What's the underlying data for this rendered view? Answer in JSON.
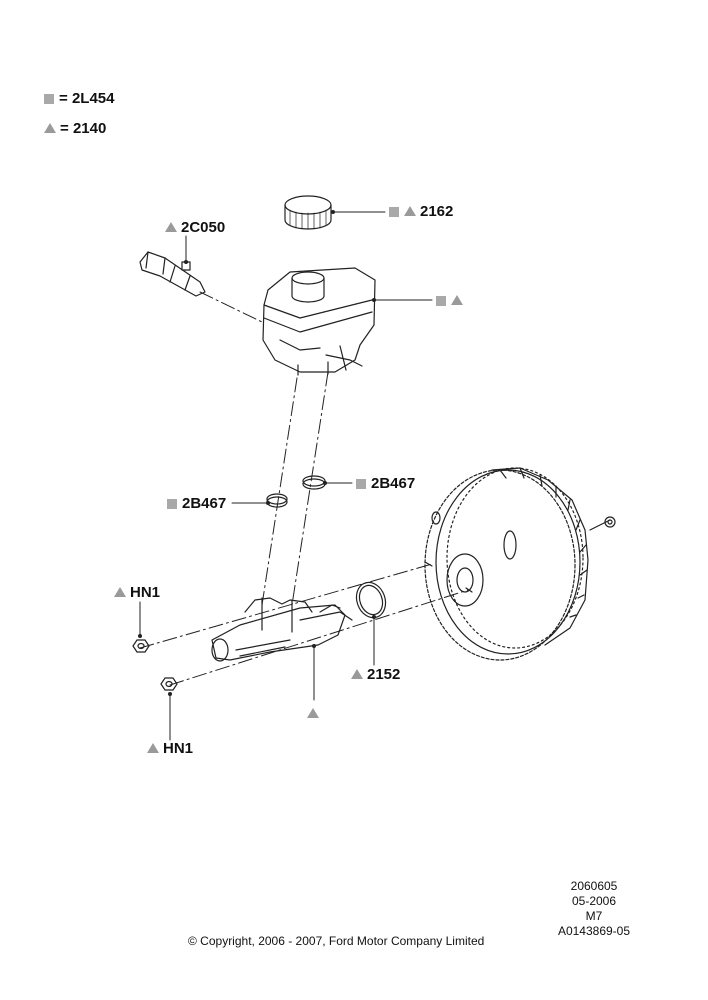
{
  "legend": {
    "square_part": "2L454",
    "triangle_part": "2140"
  },
  "callouts": {
    "reservoir_cap": "2162",
    "fluid_level_sensor": "2C050",
    "grommet_left": "2B467",
    "grommet_right": "2B467",
    "nut_upper": "HN1",
    "nut_lower": "HN1",
    "seal_ring": "2152"
  },
  "footer": {
    "ref_number": "2060605",
    "date": "05-2006",
    "model": "M7",
    "image_code": "A0143869-05",
    "copyright": "© Copyright, 2006 - 2007, Ford Motor Company Limited"
  },
  "colors": {
    "square_marker": "#a9a9a9",
    "triangle_marker": "#9a9a9a",
    "line_art": "#222222"
  }
}
